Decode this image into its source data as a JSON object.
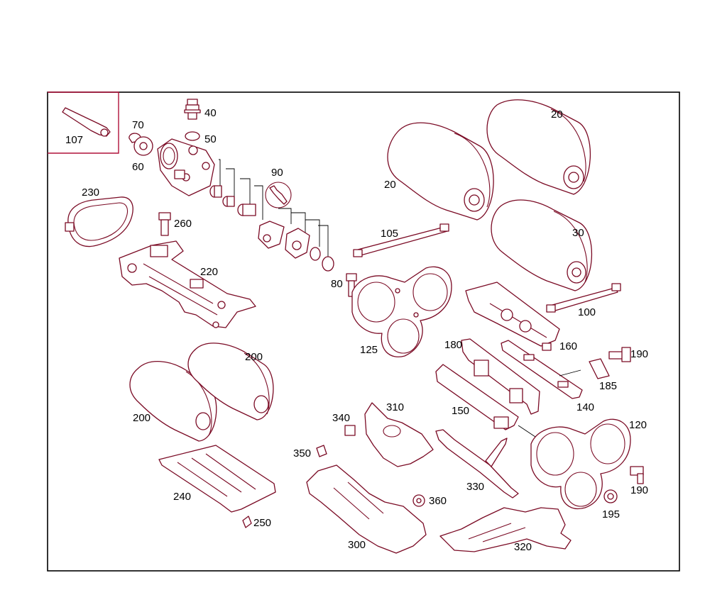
{
  "diagram": {
    "callouts": {
      "c107": "107",
      "c40": "40",
      "c50": "50",
      "c70": "70",
      "c60": "60",
      "c90": "90",
      "c20a": "20",
      "c20b": "20",
      "c230": "230",
      "c260": "260",
      "c220": "220",
      "c105": "105",
      "c30": "30",
      "c80": "80",
      "c100": "100",
      "c125": "125",
      "c180": "180",
      "c160": "160",
      "c190a": "190",
      "c185": "185",
      "c200a": "200",
      "c200b": "200",
      "c310": "310",
      "c150": "150",
      "c140": "140",
      "c340": "340",
      "c120": "120",
      "c350": "350",
      "c330": "330",
      "c190b": "190",
      "c240": "240",
      "c360": "360",
      "c195": "195",
      "c250": "250",
      "c300": "300",
      "c320": "320"
    }
  }
}
